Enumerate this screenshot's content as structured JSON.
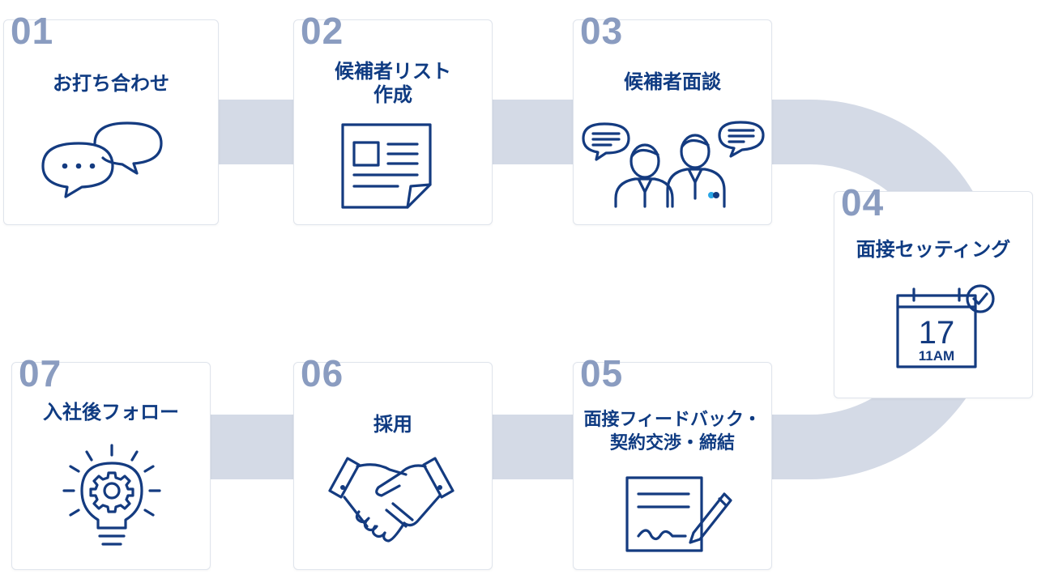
{
  "steps": [
    {
      "number": "01",
      "title_lines": [
        "お打ち合わせ"
      ],
      "icon": "speech-bubbles-icon"
    },
    {
      "number": "02",
      "title_lines": [
        "候補者リスト",
        "作成"
      ],
      "icon": "document-icon"
    },
    {
      "number": "03",
      "title_lines": [
        "候補者面談"
      ],
      "icon": "interview-people-icon"
    },
    {
      "number": "04",
      "title_lines": [
        "面接セッティング"
      ],
      "icon": "calendar-check-icon"
    },
    {
      "number": "05",
      "title_lines": [
        "面接フィードバック・",
        "契約交渉・締結"
      ],
      "icon": "contract-sign-icon"
    },
    {
      "number": "06",
      "title_lines": [
        "採用"
      ],
      "icon": "handshake-icon"
    },
    {
      "number": "07",
      "title_lines": [
        "入社後フォロー"
      ],
      "icon": "lightbulb-gear-icon"
    }
  ],
  "calendar": {
    "day": "17",
    "time": "11AM"
  },
  "colors": {
    "navy": "#143b80",
    "number": "#8a9cc0",
    "connector": "#d4dae6",
    "border": "#dfe4ec"
  }
}
